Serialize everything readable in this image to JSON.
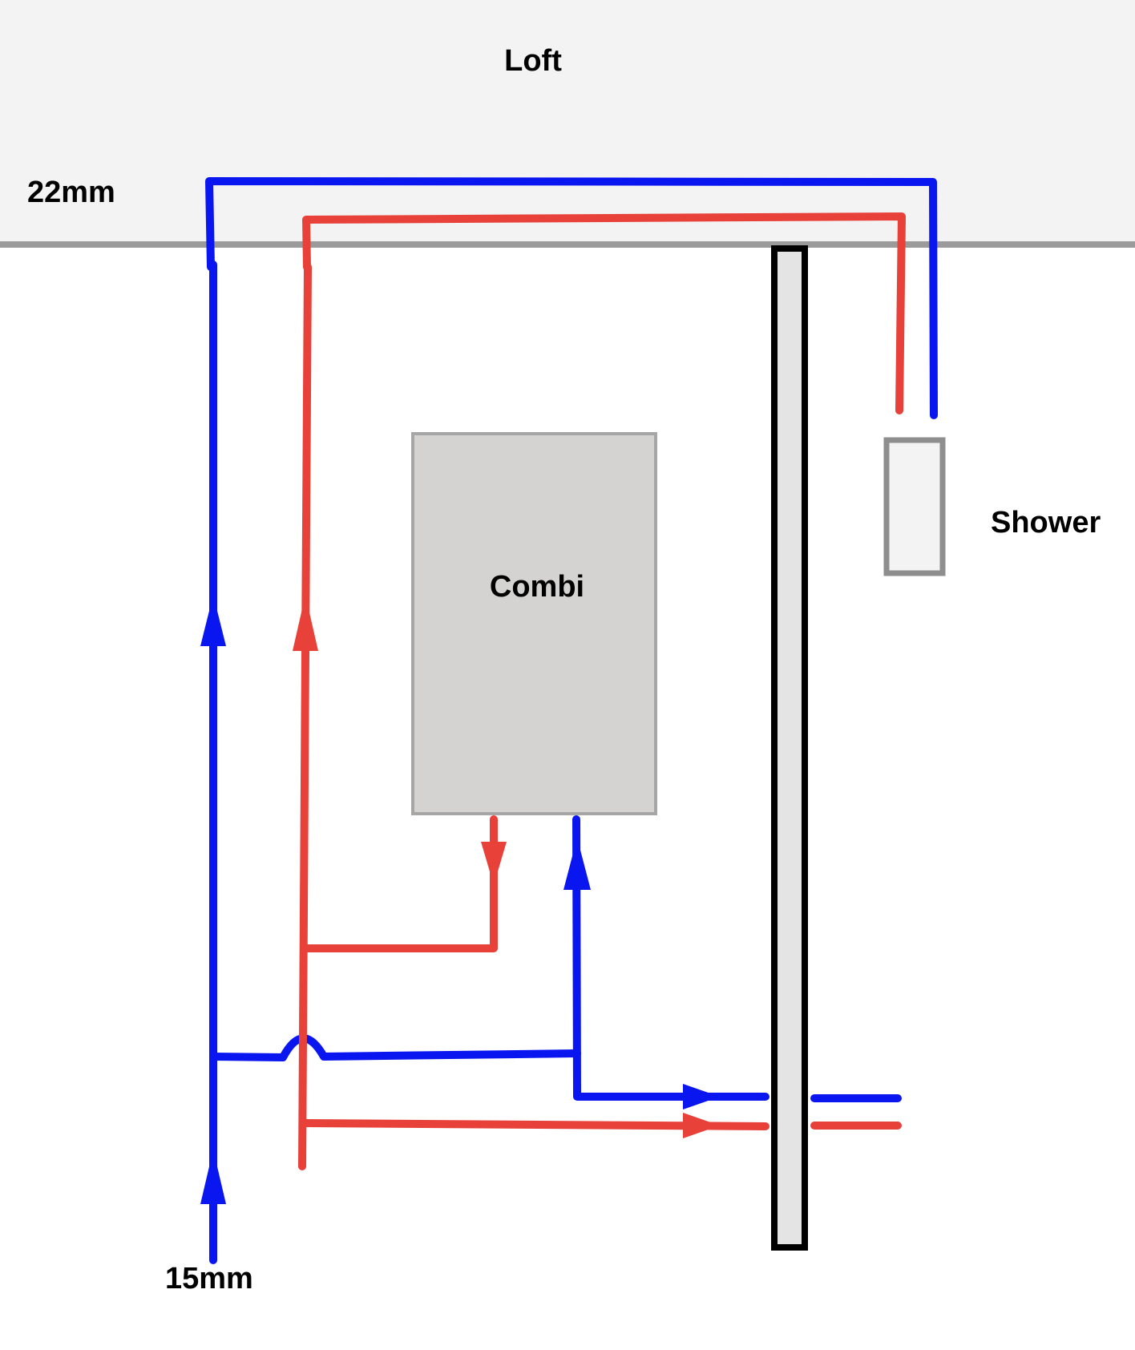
{
  "labels": {
    "loft": "Loft",
    "pipe_22mm": "22mm",
    "pipe_15mm": "15mm",
    "combi": "Combi",
    "shower": "Shower"
  },
  "colors": {
    "cold": "#0A16F0",
    "hot": "#E8413A",
    "loft_fill": "#F3F3F3",
    "ceiling_line": "#9B9B9B",
    "combi_fill": "#D4D3D2",
    "combi_border": "#A6A6A6",
    "shower_fill": "#F3F3F3",
    "shower_border": "#8E8E8E",
    "wall_fill": "#E4E4E4",
    "wall_border": "#000000"
  },
  "icons": [
    "arrow-up-icon",
    "arrow-down-icon",
    "arrow-right-icon"
  ]
}
